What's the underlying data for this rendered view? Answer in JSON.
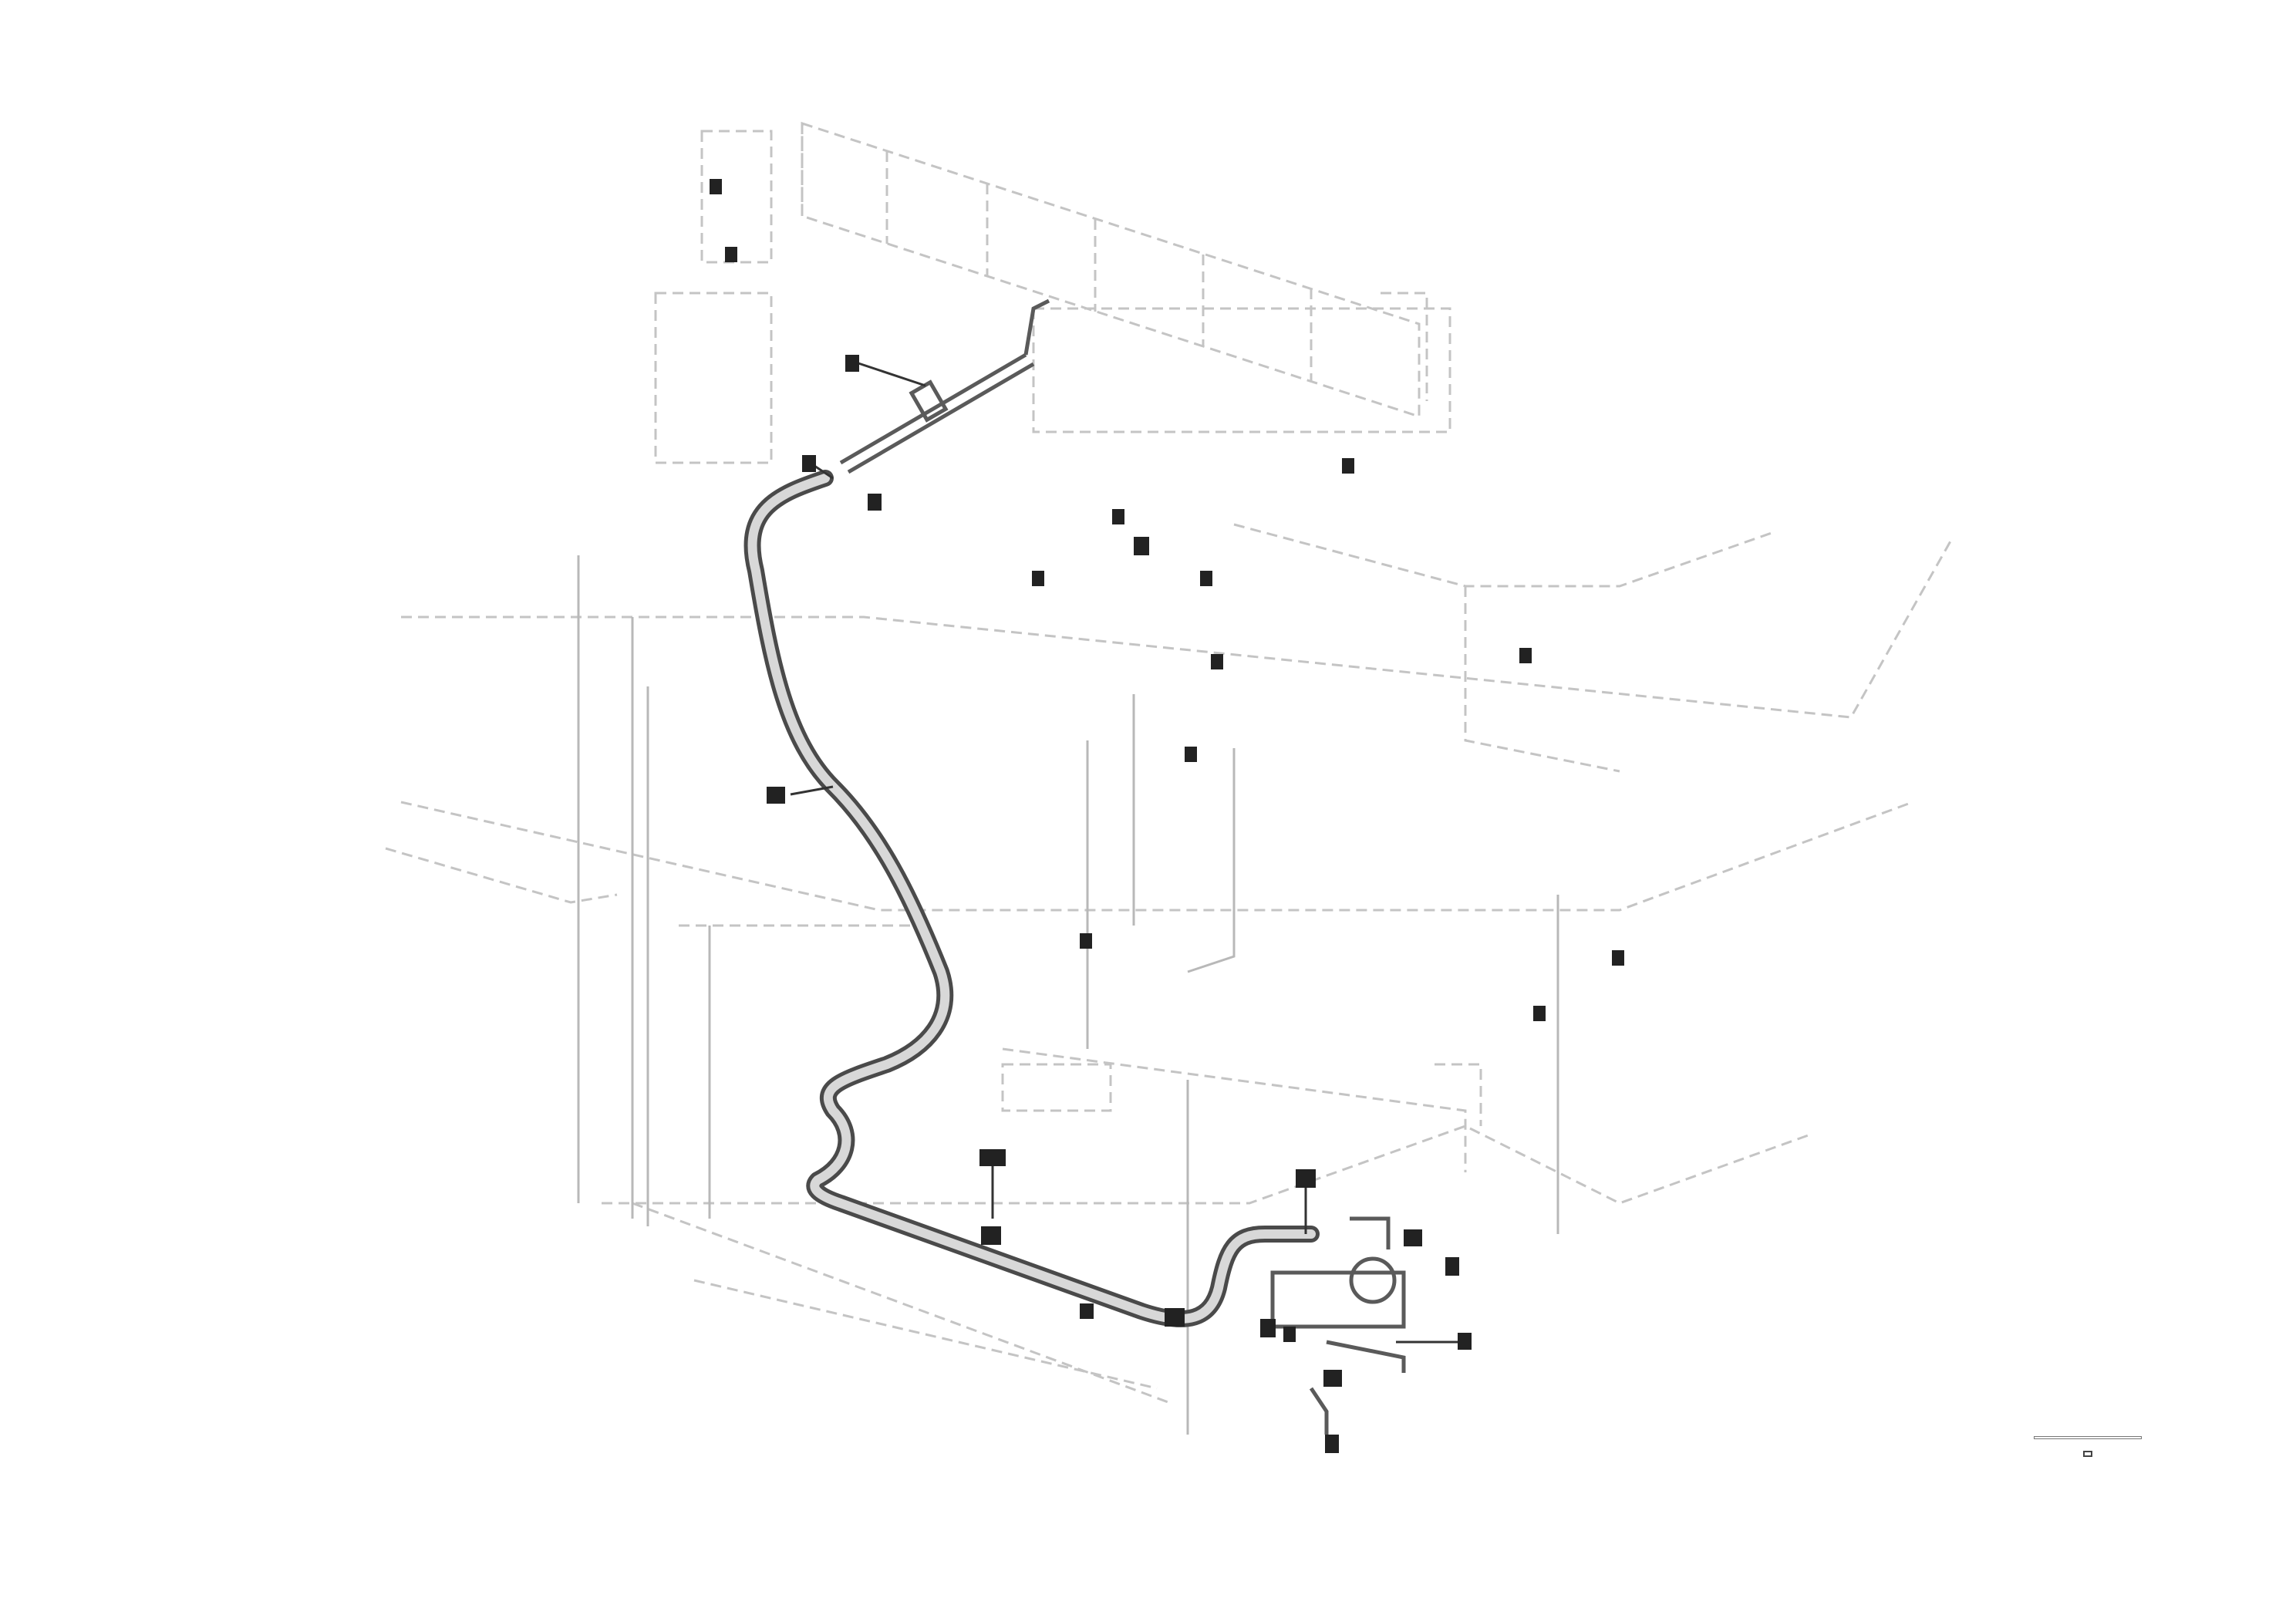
{
  "drawing": {
    "reference_code": "",
    "reference_sub": "",
    "reference_id": "",
    "callouts": [
      {
        "label": "",
        "name": "callout-1"
      },
      {
        "label": "",
        "name": "callout-2"
      },
      {
        "label": "",
        "name": "callout-3"
      },
      {
        "label": "",
        "name": "callout-4"
      },
      {
        "label": "",
        "name": "callout-5"
      },
      {
        "label": "",
        "name": "callout-6"
      },
      {
        "label": "",
        "name": "callout-7"
      },
      {
        "label": "",
        "name": "callout-8"
      },
      {
        "label": "",
        "name": "callout-9"
      },
      {
        "label": "",
        "name": "callout-10"
      },
      {
        "label": "",
        "name": "callout-11"
      },
      {
        "label": "",
        "name": "callout-12"
      },
      {
        "label": "",
        "name": "callout-13"
      },
      {
        "label": "",
        "name": "callout-14"
      },
      {
        "label": "",
        "name": "callout-15"
      },
      {
        "label": "",
        "name": "callout-16"
      }
    ]
  }
}
